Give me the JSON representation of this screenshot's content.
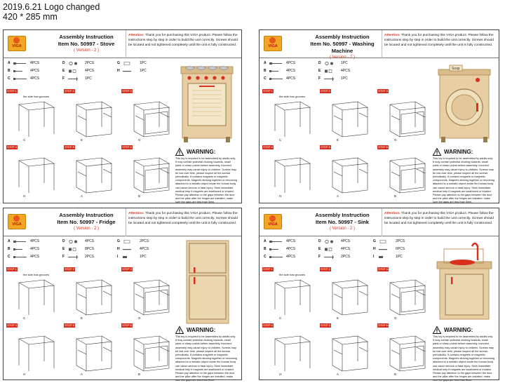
{
  "note": {
    "line1": "2019.6.21 Logo  changed",
    "line2": " 420 * 285 mm"
  },
  "brand": {
    "logo_text": "VIGA",
    "accent": "#d8301c",
    "logo_color": "#f2a623"
  },
  "common": {
    "attention_label": "Attention:",
    "attention_text": "Thank you for purchasing this VIGA product. Please follow the instructions step by step in order to build the unit correctly. Screws should be located and not tightened completely until the unit is fully constructed.",
    "warning_title": "WARNING:",
    "warning_text": "This toy is required to be assembled by adults only. It may contain potential choking hazards, small parts or sharp points before assembly. Incorrect assembly may cause injury to children. Screws may be lost over time, please inspect all the screws periodically. If contains magnets or magnetic components. Magnets sticking together or becoming attached to a metallic object inside the human body can cause serious or fatal injury. Seek immediate medical help if magnets are swallowed or inhaled. Please pay attention to the gaps between the door and the pillar after the hinges are installed, make sure the gaps are less than 5mm.",
    "step_labels": [
      "STEP 1",
      "STEP 2",
      "STEP 3",
      "STEP 4",
      "STEP 5",
      "STEP 6"
    ]
  },
  "sheets": [
    {
      "id": "stove",
      "title": "Assembly Instruction",
      "item": "Item No. 50997 - Stove",
      "version": "( Version - 2 )",
      "parts": [
        {
          "letter": "A",
          "qty": "4PCS"
        },
        {
          "letter": "B",
          "qty": "4PCS"
        },
        {
          "letter": "C",
          "qty": "4PCS"
        },
        {
          "letter": "D",
          "qty": "2PCS"
        },
        {
          "letter": "E",
          "qty": "4PCS"
        },
        {
          "letter": "F",
          "qty": "1PC"
        },
        {
          "letter": "G",
          "qty": "1PC"
        },
        {
          "letter": "H",
          "qty": "1PC"
        }
      ],
      "step_note": "the side has grooves"
    },
    {
      "id": "washer",
      "title": "Assembly Instruction",
      "item": "Item No. 50997 - Washing Machine",
      "version": "( Version - 2 )",
      "parts": [
        {
          "letter": "A",
          "qty": "4PCS"
        },
        {
          "letter": "B",
          "qty": "4PCS"
        },
        {
          "letter": "C",
          "qty": "4PCS"
        },
        {
          "letter": "D",
          "qty": "1PC"
        },
        {
          "letter": "E",
          "qty": "4PCS"
        },
        {
          "letter": "F",
          "qty": "1PC"
        }
      ],
      "step_note": "the side has grooves",
      "photo_label": "Soap"
    },
    {
      "id": "fridge",
      "title": "Assembly Instruction",
      "item": "Item No. 50997 - Fridge",
      "version": "( Version - 2 )",
      "parts": [
        {
          "letter": "A",
          "qty": "4PCS"
        },
        {
          "letter": "B",
          "qty": "4PCS"
        },
        {
          "letter": "C",
          "qty": "4PCS"
        },
        {
          "letter": "D",
          "qty": "4PCS"
        },
        {
          "letter": "E",
          "qty": "8PCS"
        },
        {
          "letter": "F",
          "qty": "2PCS"
        },
        {
          "letter": "G",
          "qty": "2PCS"
        },
        {
          "letter": "H",
          "qty": "4PCS"
        },
        {
          "letter": "I",
          "qty": "1PC"
        }
      ],
      "step_note": "the side has grooves"
    },
    {
      "id": "sink",
      "title": "Assembly Instruction",
      "item": "Item No. 50997 - Sink",
      "version": "( Version - 2 )",
      "parts": [
        {
          "letter": "A",
          "qty": "4PCS"
        },
        {
          "letter": "B",
          "qty": "4PCS"
        },
        {
          "letter": "C",
          "qty": "4PCS"
        },
        {
          "letter": "D",
          "qty": "4PCS"
        },
        {
          "letter": "E",
          "qty": "4PCS"
        },
        {
          "letter": "F",
          "qty": "2PCS"
        },
        {
          "letter": "G",
          "qty": "2PCS"
        },
        {
          "letter": "H",
          "qty": "6PCS"
        },
        {
          "letter": "I",
          "qty": "1PC"
        }
      ],
      "step_note": "the side has grooves"
    }
  ]
}
